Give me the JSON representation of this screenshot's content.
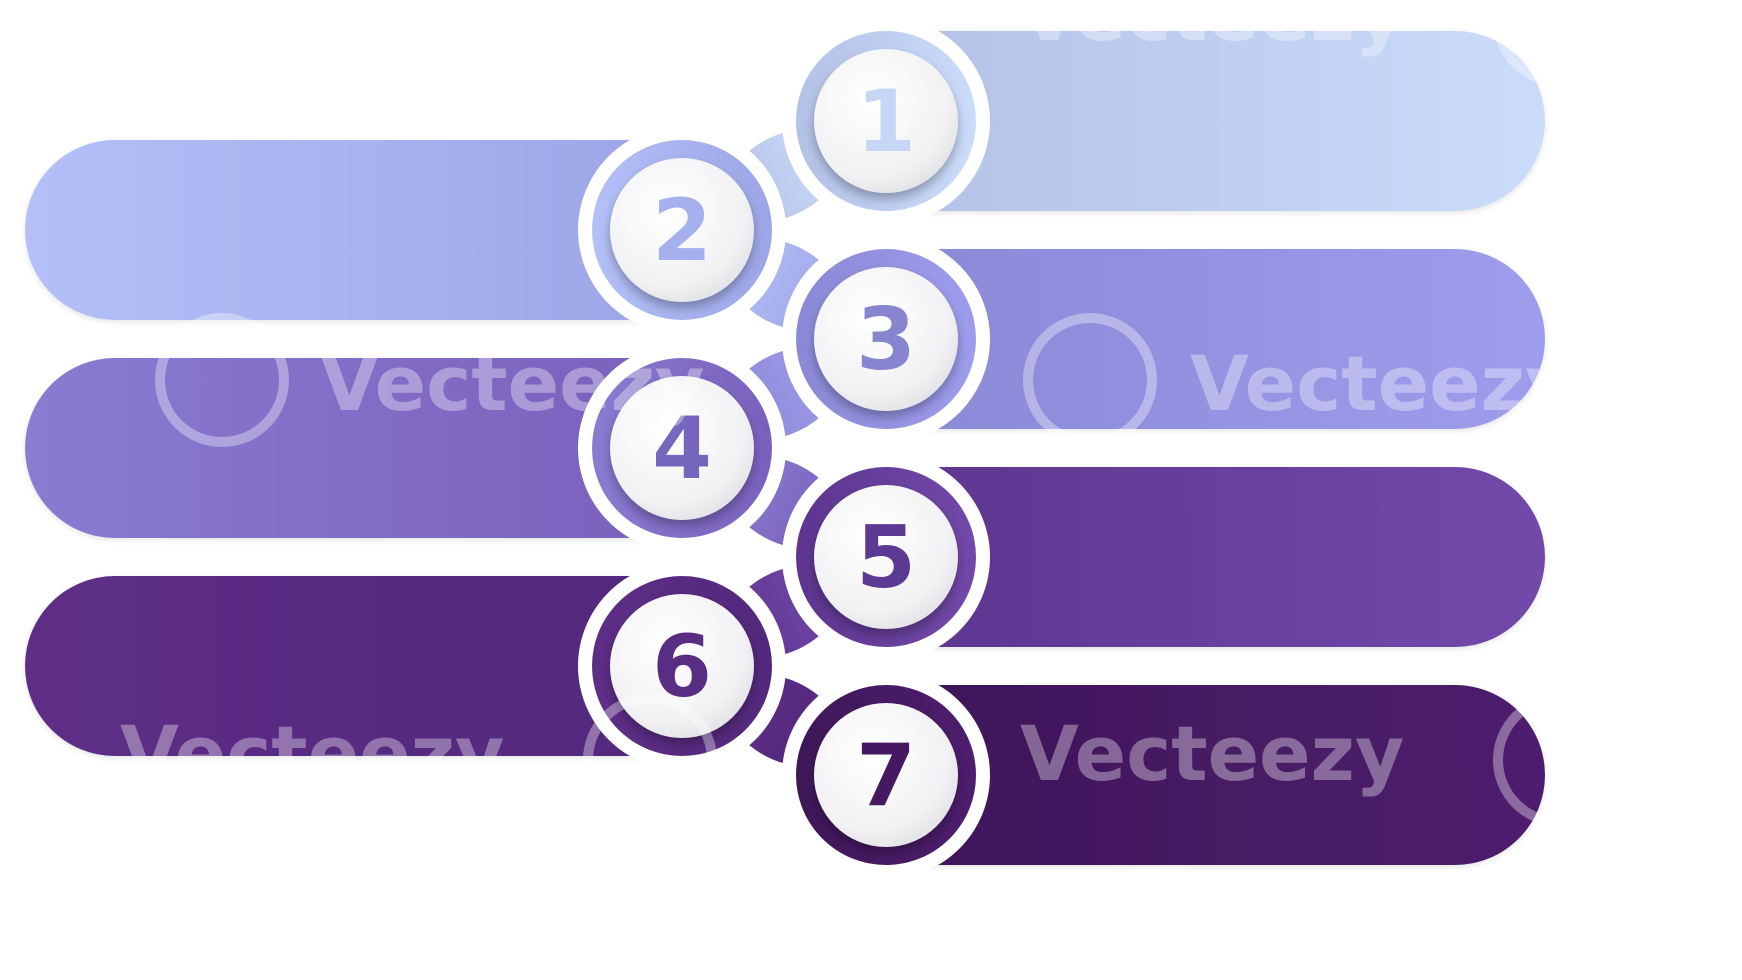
{
  "infographic": {
    "steps": [
      {
        "number": "1",
        "side": "right",
        "color_start": "#b3c1e6",
        "color_end": "#cbdcfa",
        "number_color": "#c8d6f6"
      },
      {
        "number": "2",
        "side": "left",
        "color_start": "#b3c0f8",
        "color_end": "#9ca5e6",
        "number_color": "#a5b0ee"
      },
      {
        "number": "3",
        "side": "right",
        "color_start": "#8b89d6",
        "color_end": "#9e9cec",
        "number_color": "#8785cf"
      },
      {
        "number": "4",
        "side": "left",
        "color_start": "#8a7bd1",
        "color_end": "#7960bc",
        "number_color": "#7766bd"
      },
      {
        "number": "5",
        "side": "right",
        "color_start": "#5d3590",
        "color_end": "#7249a9",
        "number_color": "#5c3a93"
      },
      {
        "number": "6",
        "side": "left",
        "color_start": "#5e2e87",
        "color_end": "#52287c",
        "number_color": "#5a2d84"
      },
      {
        "number": "7",
        "side": "right",
        "color_start": "#3e1758",
        "color_end": "#4e1d6e",
        "number_color": "#441961"
      }
    ]
  },
  "watermark": {
    "text": "Vecteezy",
    "color": "#ffffff"
  }
}
